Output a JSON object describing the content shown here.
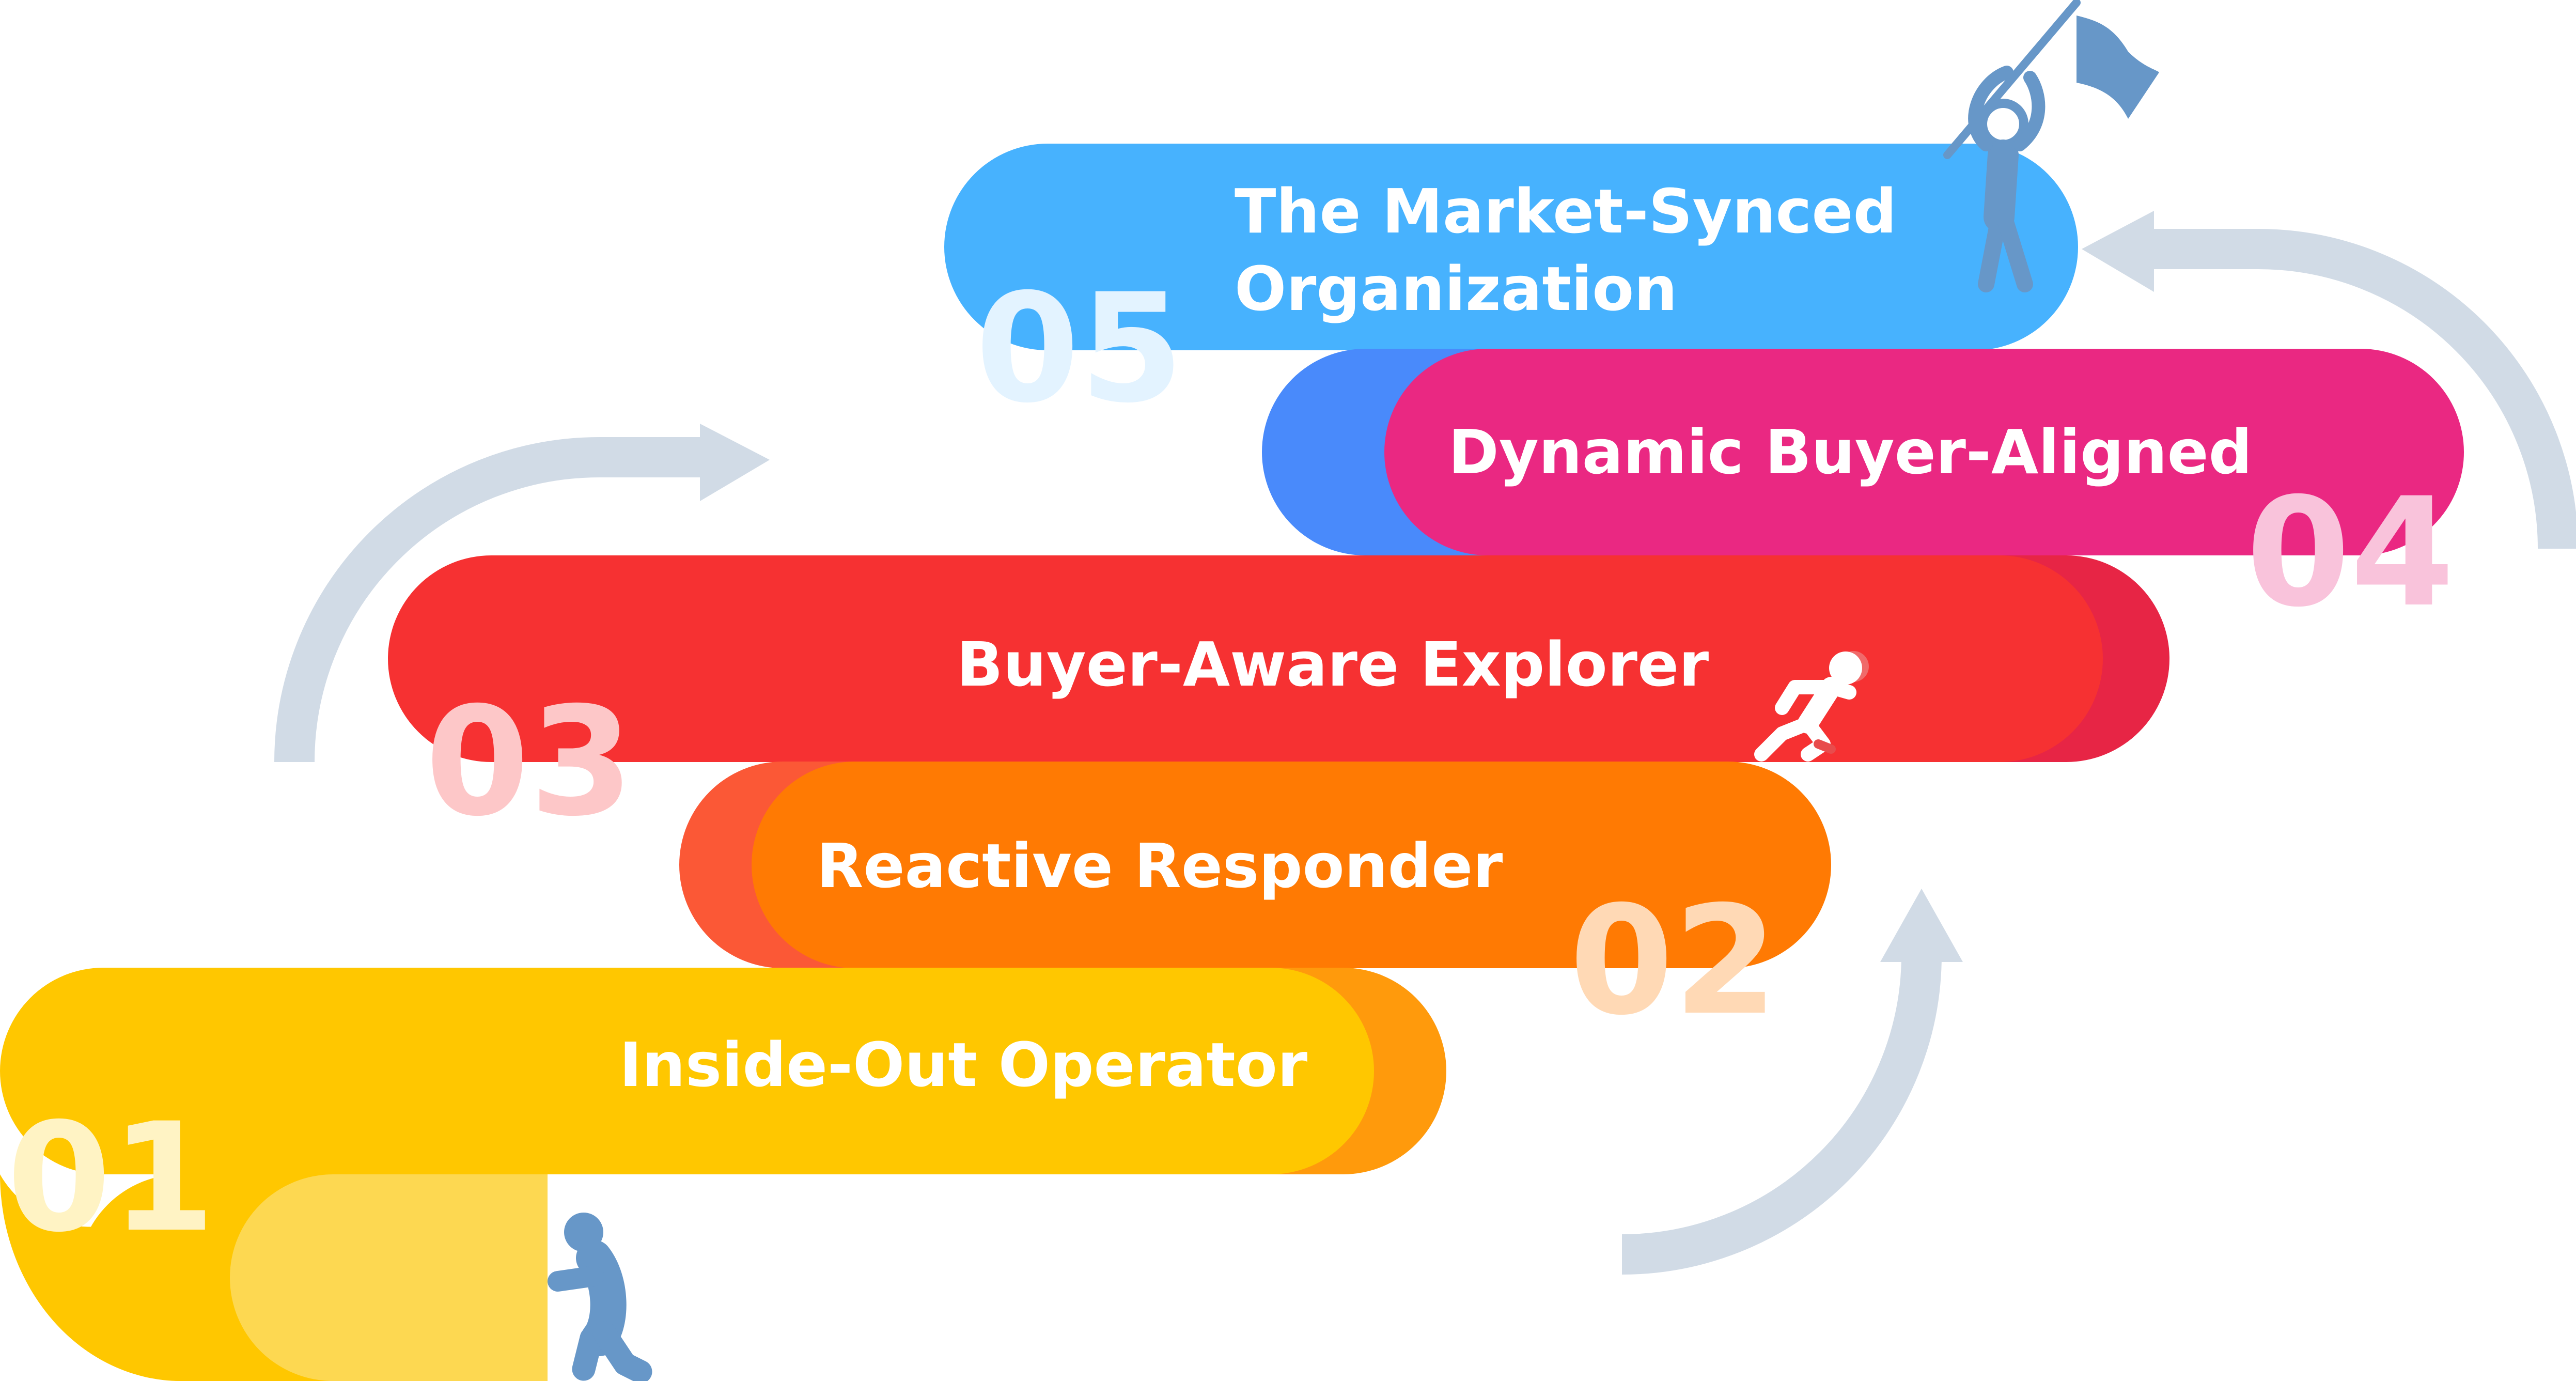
{
  "stages": [
    {
      "number": "01",
      "label": "Inside-Out Operator",
      "color": "#FFC700",
      "number_color": "#FFF3C4"
    },
    {
      "number": "02",
      "label": "Reactive Responder",
      "color": "#FF7A03",
      "number_color": "#FFD9B5"
    },
    {
      "number": "03",
      "label": "Buyer-Aware Explorer",
      "color": "#F63132",
      "number_color": "#FDC7C8"
    },
    {
      "number": "04",
      "label": "Dynamic Buyer-Aligned",
      "color": "#EA2882",
      "number_color": "#F9C3DB"
    },
    {
      "number": "05",
      "label_line1": "The Market-Synced",
      "label_line2": "Organization",
      "color": "#47B2FE",
      "number_color": "#E3F3FF"
    }
  ],
  "colors": {
    "arrow": "#D1DBE6",
    "figure": "#6797C8",
    "shade_yellow": "#FDD851",
    "shade_orange": "#FF9A0C",
    "shade_red": "#FB5836",
    "shade_pink": "#E72545",
    "shade_blue": "#498AFB"
  },
  "icons": [
    "up-arrow-icon",
    "right-arrow-icon",
    "left-arrow-icon",
    "walking-person-icon",
    "sprinting-person-icon",
    "flag-bearer-icon"
  ]
}
